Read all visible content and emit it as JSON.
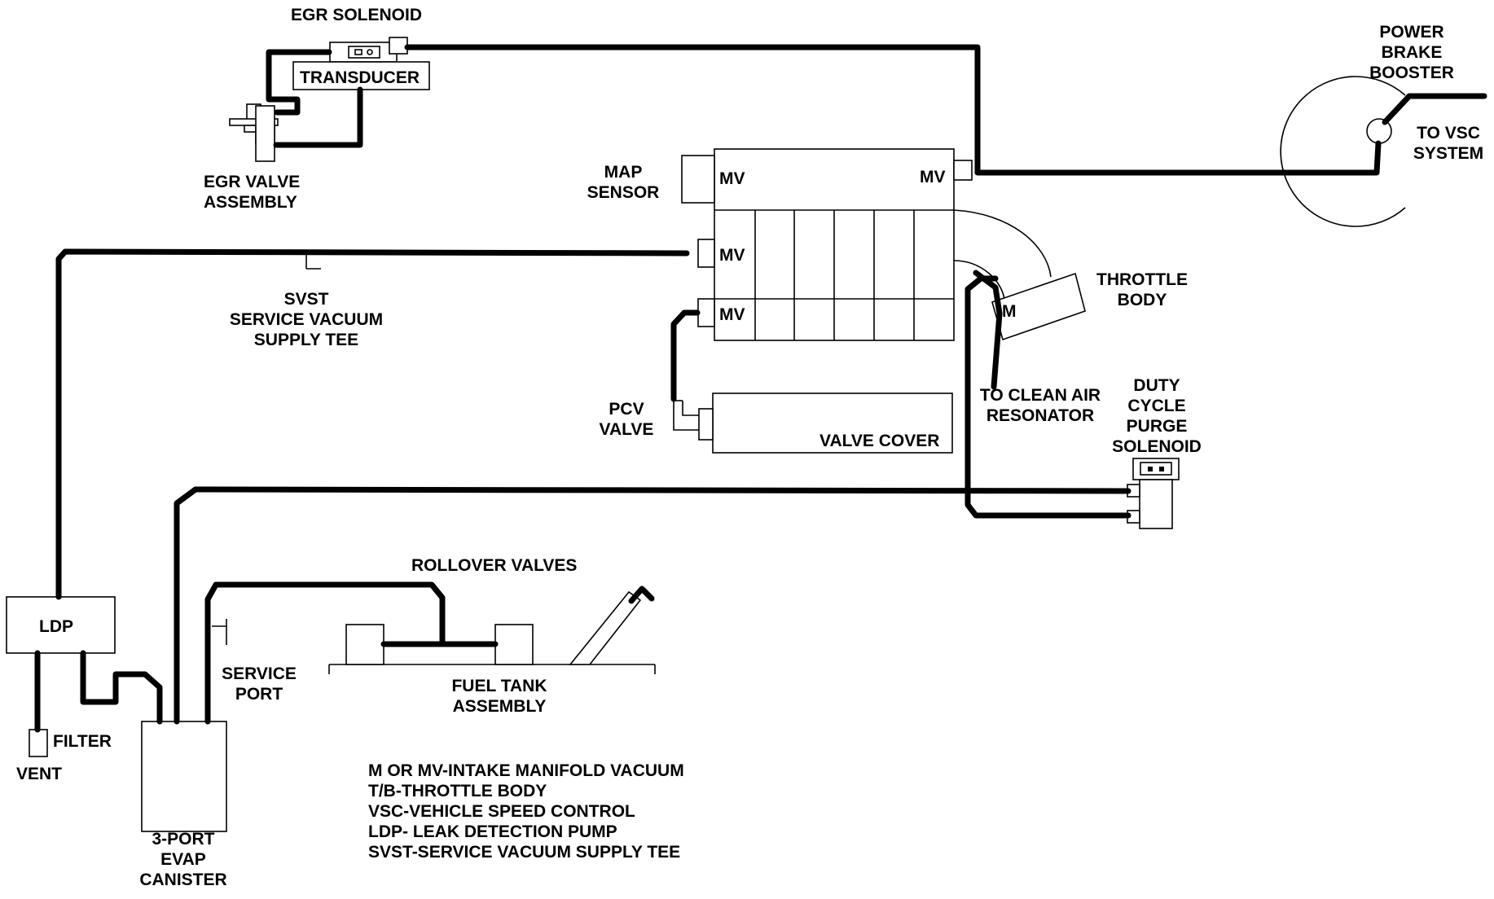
{
  "labels": {
    "egr_solenoid": "EGR SOLENOID",
    "transducer": "TRANSDUCER",
    "egr_valve": [
      "EGR VALVE",
      "ASSEMBLY"
    ],
    "power_brake_booster": [
      "POWER",
      "BRAKE",
      "BOOSTER"
    ],
    "to_vsc": [
      "TO VSC",
      "SYSTEM"
    ],
    "map_sensor": [
      "MAP",
      "SENSOR"
    ],
    "mv": "MV",
    "m": "M",
    "svst": [
      "SVST",
      "SERVICE VACUUM",
      "SUPPLY TEE"
    ],
    "throttle_body": [
      "THROTTLE",
      "BODY"
    ],
    "pcv_valve": [
      "PCV",
      "VALVE"
    ],
    "valve_cover": "VALVE COVER",
    "to_clean_air": [
      "TO CLEAN AIR",
      "RESONATOR"
    ],
    "duty_cycle": [
      "DUTY",
      "CYCLE",
      "PURGE",
      "SOLENOID"
    ],
    "rollover_valves": "ROLLOVER VALVES",
    "ldp": "LDP",
    "service_port": [
      "SERVICE",
      "PORT"
    ],
    "fuel_tank": [
      "FUEL TANK",
      "ASSEMBLY"
    ],
    "filter": "FILTER",
    "vent": "VENT",
    "evap_canister": [
      "3-PORT",
      "EVAP",
      "CANISTER"
    ]
  },
  "legend": [
    "M OR MV-INTAKE MANIFOLD VACUUM",
    "T/B-THROTTLE BODY",
    "VSC-VEHICLE SPEED CONTROL",
    "LDP- LEAK DETECTION PUMP",
    "SVST-SERVICE VACUUM SUPPLY TEE"
  ]
}
